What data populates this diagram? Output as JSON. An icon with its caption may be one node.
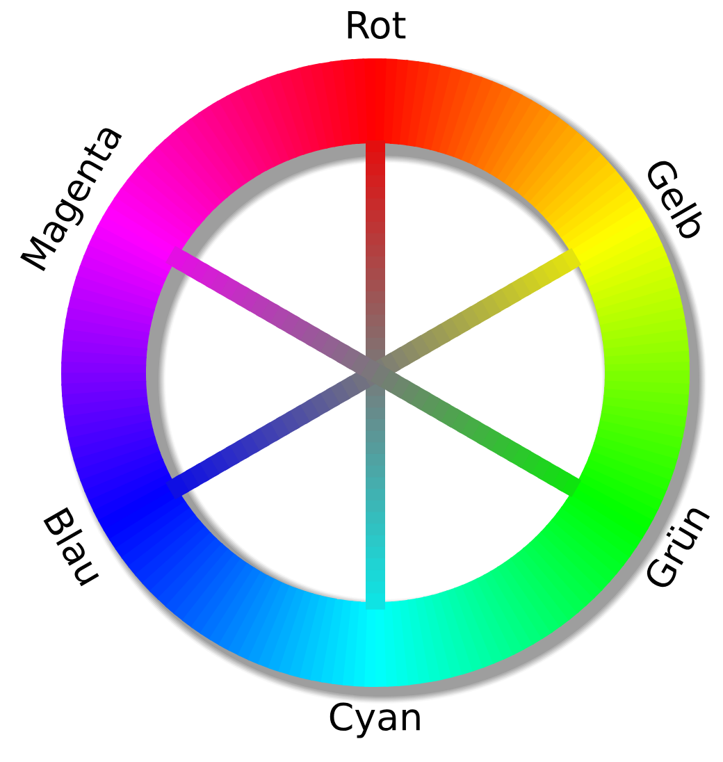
{
  "diagram": {
    "labels": [
      "Rot",
      "Gelb",
      "Grün",
      "Cyan",
      "Blau",
      "Magenta"
    ]
  }
}
